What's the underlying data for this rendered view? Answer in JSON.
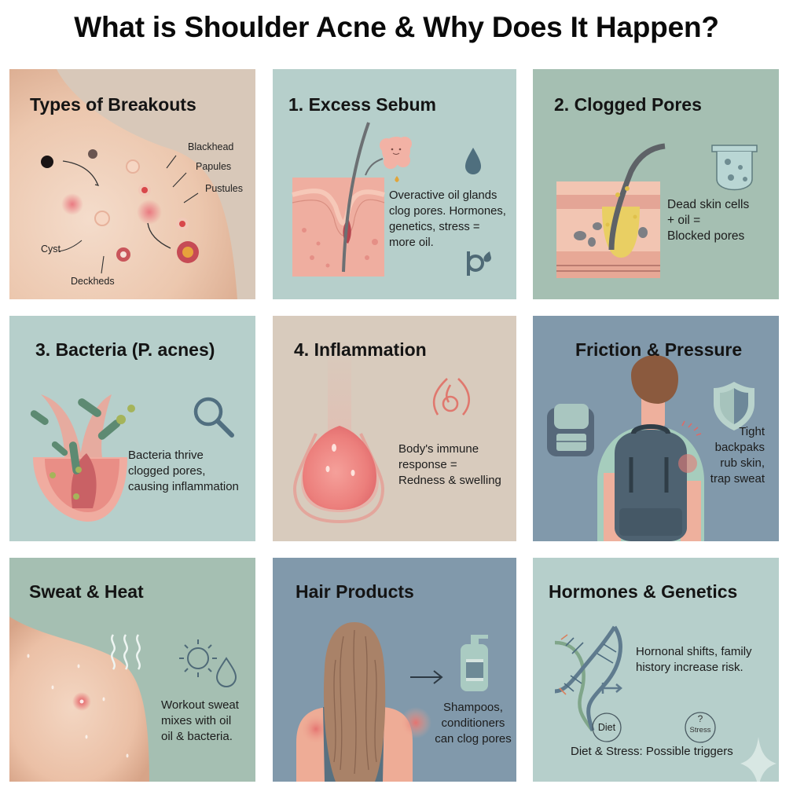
{
  "title": "What is Shoulder Acne  & Why Does It Happen?",
  "colors": {
    "background": "#ffffff",
    "panel_beige": "#d8c8b9",
    "panel_teal": "#b6cfcb",
    "panel_sage": "#a5bfb2",
    "panel_slate": "#8199ab",
    "skin": "#efc7ae",
    "inflamed": "#e0605e",
    "icon_slate": "#4f6a7a"
  },
  "panels": [
    {
      "id": "types-of-breakouts",
      "title": "Types of Breakouts",
      "labels": [
        "Blackhead",
        "Papules",
        "Pustules",
        "Cyst",
        "Deckheds"
      ]
    },
    {
      "id": "excess-sebum",
      "title": "1. Excess Sebum",
      "text": "Overactive oil glands\nclog pores. Hormones,\ngenetics, stress =\nmore oil.",
      "icons": [
        "oil-gland-icon",
        "oil-drop-icon",
        "skin-pore-diagram",
        "pipette-drop-icon"
      ]
    },
    {
      "id": "clogged-pores",
      "title": "2. Clogged Pores",
      "text": "Dead skin cells\n+ oil =\nBlocked pores",
      "icons": [
        "clogged-pore-diagram",
        "debris-cup-icon"
      ]
    },
    {
      "id": "bacteria",
      "title": "3. Bacteria (P. acnes)",
      "text": "Bacteria thrive\nclogged pores,\ncausing inflammation",
      "icons": [
        "bacteria-pore-illustration",
        "magnifier-icon"
      ]
    },
    {
      "id": "inflammation",
      "title": "4. Inflammation",
      "text": "Body's immune\nresponse =\nRedness & swelling",
      "icons": [
        "swollen-bump-illustration",
        "flame-icon"
      ]
    },
    {
      "id": "friction-pressure",
      "title": "Friction & Pressure",
      "text": "Tight\nbackpaks\nrub skin,\ntrap sweat",
      "icons": [
        "backpack-icon",
        "person-with-backpack-illustration",
        "shield-icon"
      ]
    },
    {
      "id": "sweat-heat",
      "title": "Sweat & Heat",
      "text": "Workout sweat\nmixes with oil\noil & bacteria.",
      "icons": [
        "sweaty-shoulder-illustration",
        "heat-waves-icon",
        "sun-icon",
        "sweat-drop-icon"
      ]
    },
    {
      "id": "hair-products",
      "title": "Hair Products",
      "text": "Shampoos,\nconditioners\ncan clog pores",
      "icons": [
        "long-hair-back-illustration",
        "arrow-right-icon",
        "shampoo-bottle-icon"
      ]
    },
    {
      "id": "hormones-genetics",
      "title": "Hormones & Genetics",
      "text": "Hornonal shifts, family\nhistory increase risk.",
      "badges": {
        "diet": "Diet",
        "stress_mark": "?",
        "stress": "Stress"
      },
      "footer": "Diet & Stress: Possible triggers",
      "icons": [
        "dna-icon",
        "arrow-right-icon",
        "sparkle-icon"
      ]
    }
  ]
}
